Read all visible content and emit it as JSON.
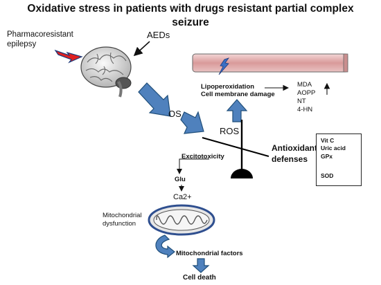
{
  "title_line1": "Oxidative stress in patients with drugs resistant partial complex",
  "title_line2": "seizure",
  "labels": {
    "pharmacoresistant_1": "Pharmacoresistant",
    "pharmacoresistant_2": "epilepsy",
    "aeds": "AEDs",
    "os": "OS",
    "ros": "ROS",
    "lipoperoxidation": "Lipoperoxidation",
    "cell_membrane_damage": "Cell membrane damage",
    "antioxidant_1": "Antioxidant",
    "antioxidant_2": "defenses",
    "excitotoxicity": "Excitotoxicity",
    "glu": "Glu",
    "ca2": "Ca2+",
    "mito_dysfunction_1": "Mitochondrial",
    "mito_dysfunction_2": "dysfunction",
    "mito_factors": "Mitochondrial factors",
    "cell_death": "Cell death"
  },
  "markers": [
    "MDA",
    "AOPP",
    "NT",
    "4-HN"
  ],
  "antioxidants": {
    "vit_c": "Vit C",
    "uric_acid": "Uric acid",
    "gpx": "GPx",
    "sod": "SOD"
  },
  "colors": {
    "blue_arrow": "#4f81bd",
    "blue_arrow_edge": "#1f4e79",
    "membrane": "#e6b4b4",
    "lightning": "#3a6fc4",
    "brain": "#d9d9d9",
    "epilepsy_bolt": "#e02020"
  },
  "icons": [
    "brain-icon",
    "lightning-icon",
    "mitochondrion-icon",
    "balance-scale-icon"
  ]
}
